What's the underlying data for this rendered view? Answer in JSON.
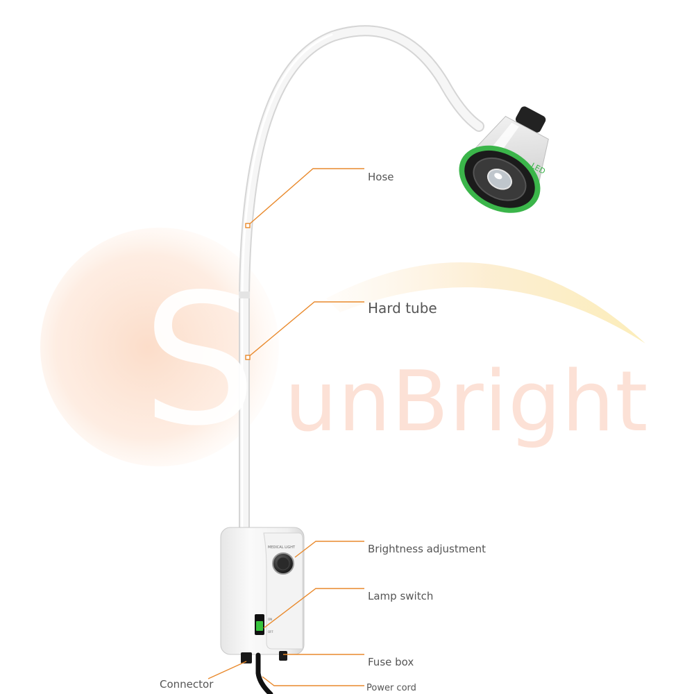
{
  "watermark": {
    "first_letter": "S",
    "rest": "unBright"
  },
  "colors": {
    "accent_orange": "#e98b2a",
    "leader_line": "#e9892b",
    "lamp_green": "#3bb54a",
    "watermark_tint": "#f8c8b0",
    "label_text": "#555555"
  },
  "lamp": {
    "brand_text": "LED",
    "panel_text": "MEDICAL LIGHT",
    "switch_on": "ON",
    "switch_off": "OFF"
  },
  "callouts": {
    "hose": "Hose",
    "hard_tube": "Hard tube",
    "brightness": "Brightness adjustment",
    "lamp_switch": "Lamp switch",
    "fuse_box": "Fuse box",
    "connector": "Connector",
    "power_cord": "Power cord"
  }
}
